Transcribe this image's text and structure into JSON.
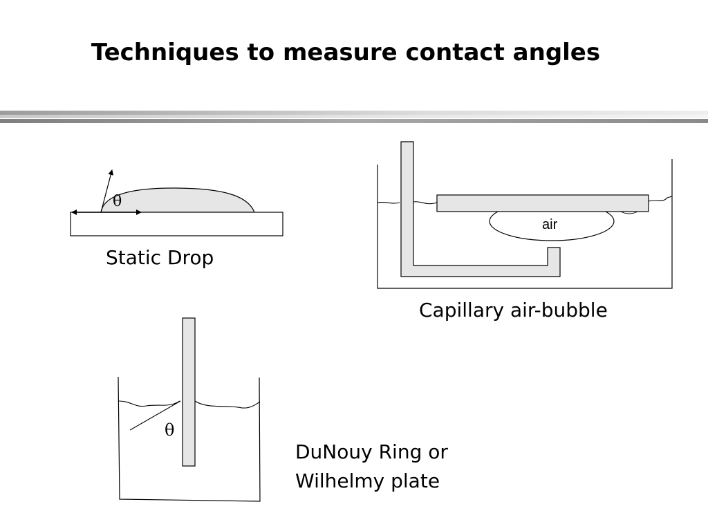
{
  "slide": {
    "title": "Techniques to measure contact angles"
  },
  "static_drop": {
    "caption": "Static Drop",
    "angle_symbol": "θ"
  },
  "capillary": {
    "caption": "Capillary air-bubble",
    "bubble_label": "air"
  },
  "wilhelmy": {
    "caption_line1": "DuNouy Ring or",
    "caption_line2": "Wilhelmy plate",
    "angle_symbol": "θ"
  },
  "colors": {
    "fill": "#e6e6e6",
    "stroke": "#000000"
  }
}
